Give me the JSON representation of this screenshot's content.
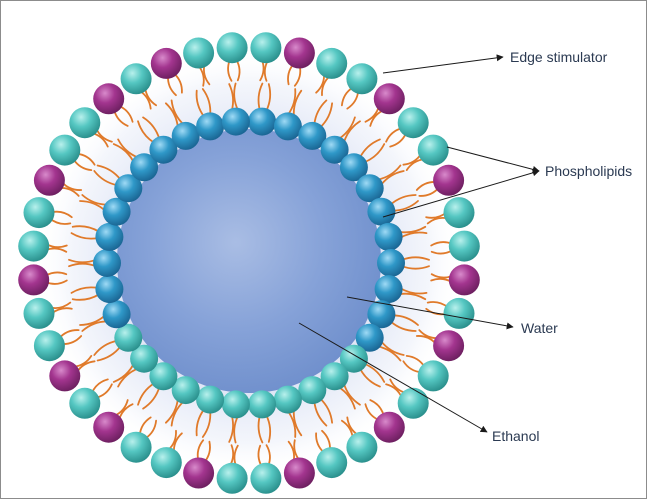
{
  "labels": {
    "edge_stimulator": "Edge stimulator",
    "phospholipids": "Phospholipids",
    "water": "Water",
    "ethanol": "Ethanol"
  },
  "colors": {
    "outer_teal": "#4fc3bf",
    "outer_purple": "#a0348f",
    "inner_blue": "#2d96c6",
    "lipid_tail": "#e07a2a",
    "core_blue": "#7f9fd6"
  }
}
